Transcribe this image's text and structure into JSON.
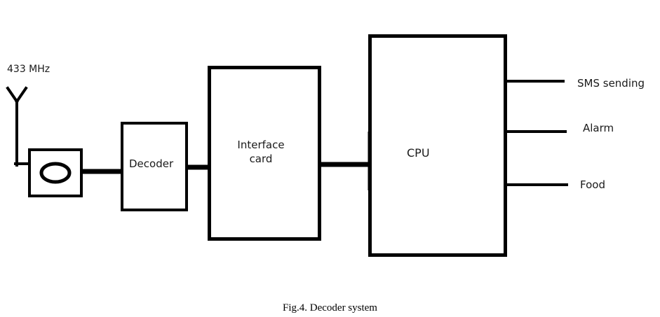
{
  "antenna": {
    "frequency_label": "433 MHz"
  },
  "blocks": {
    "decoder": "Decoder",
    "interface_line1": "Interface",
    "interface_line2": "card",
    "cpu": "CPU"
  },
  "outputs": [
    "SMS sending",
    "Alarm",
    "Food"
  ],
  "caption": "Fig.4. Decoder system"
}
